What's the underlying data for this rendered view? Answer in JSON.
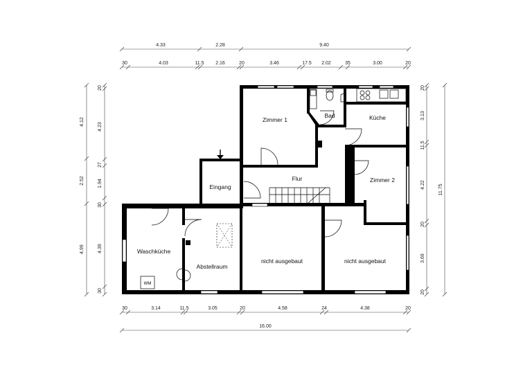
{
  "rooms": {
    "zimmer1": "Zimmer 1",
    "bad": "Bad",
    "kueche": "Küche",
    "eingang": "Eingang",
    "flur": "Flur",
    "zimmer2": "Zimmer 2",
    "waschkueche": "Waschküche",
    "abstellraum": "Abstellraum",
    "nicht1": "nicht ausgebaut",
    "nicht2": "nicht ausgebaut"
  },
  "wm_label": "WM",
  "dims": {
    "top_outer": [
      "4.33",
      "2.28",
      "9.40"
    ],
    "top_inner": [
      "30",
      "4.03",
      "11.5",
      "2.16",
      "20",
      "3.46",
      "17.5",
      "2.02",
      "35",
      "3.00",
      "20"
    ],
    "bottom_inner": [
      "30",
      "3.14",
      "11.5",
      "3.05",
      "20",
      "4.58",
      "24",
      "4.38",
      "20"
    ],
    "bottom_total": "16.00",
    "left_outer": [
      "4.12",
      "2.52",
      "4.99"
    ],
    "left_inner": [
      "20",
      "4.23",
      "27",
      "1.94",
      "30",
      "4.39",
      "30"
    ],
    "right_inner": [
      "20",
      "3.13",
      "11.5",
      "4.22",
      "20",
      "3.69",
      "20"
    ],
    "right_total": "11.75"
  }
}
